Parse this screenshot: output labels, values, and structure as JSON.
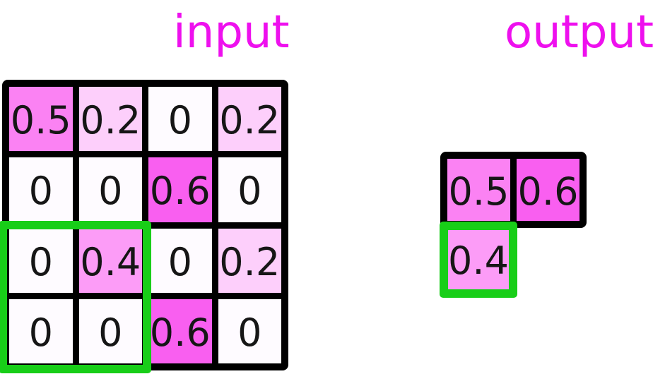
{
  "titles": {
    "input": "input",
    "output": "output"
  },
  "colors": {
    "title_magenta": "#EE10EE",
    "highlight_green": "#18CE18",
    "grid_black": "#000000",
    "cell_text": "#161616",
    "value_colormap": {
      "0": "#FEFBFF",
      "0.2": "#FDCFFB",
      "0.4": "#FC9CF7",
      "0.5": "#FB82F3",
      "0.6": "#F95FF0"
    }
  },
  "input_grid": {
    "rows": [
      [
        "0.5",
        "0.2",
        "0",
        "0.2"
      ],
      [
        "0",
        "0",
        "0.6",
        "0"
      ],
      [
        "0",
        "0.4",
        "0",
        "0.2"
      ],
      [
        "0",
        "0",
        "0.6",
        "0"
      ]
    ],
    "highlight_window": {
      "rows": "3-4",
      "cols": "1-2"
    }
  },
  "output_grid": {
    "top_row": [
      "0.5",
      "0.6"
    ],
    "highlighted_cell": "0.4"
  }
}
